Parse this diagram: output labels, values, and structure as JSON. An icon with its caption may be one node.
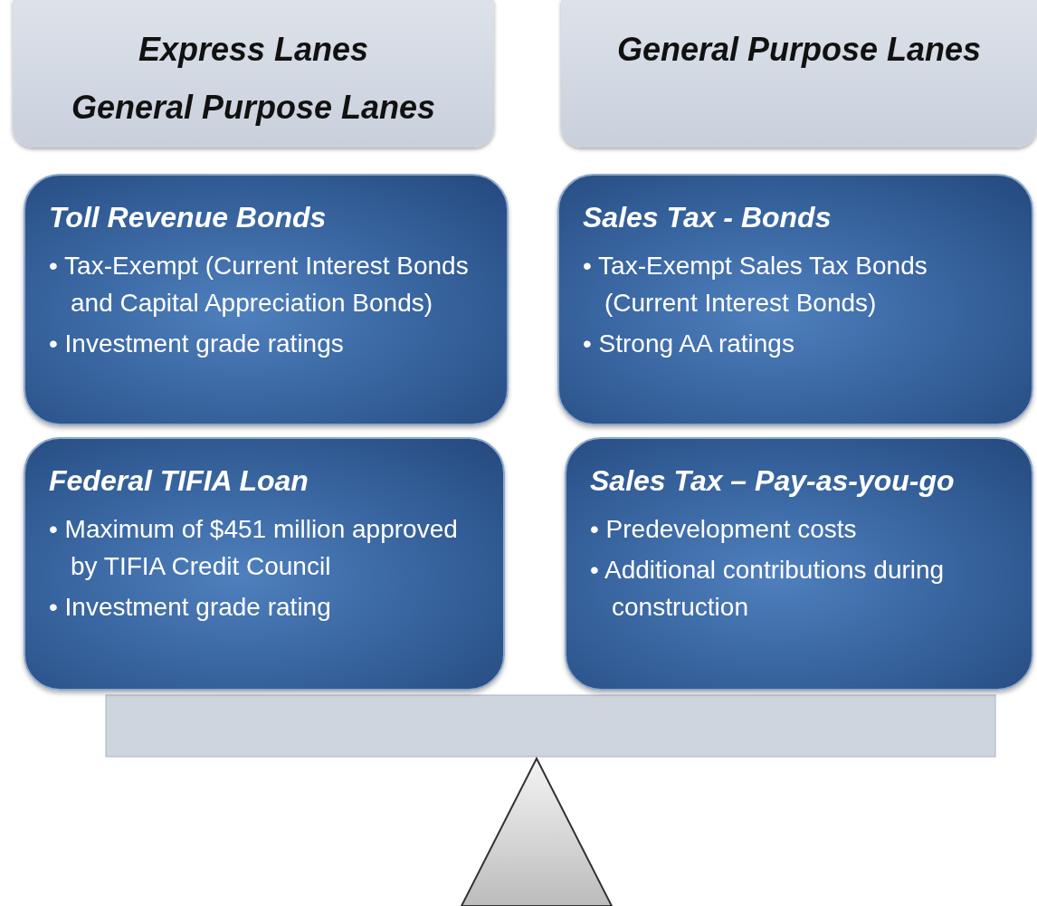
{
  "diagram": {
    "nodes": [
      {
        "text": [
          "Express Lanes",
          "General Purpose Lanes"
        ]
      },
      {
        "text": [
          "General Purpose Lanes"
        ]
      },
      {
        "text": [
          "Toll Revenue Bonds",
          "• Tax-Exempt (Current Interest Bonds and Capital Appreciation Bonds)",
          "• Investment grade ratings"
        ]
      },
      {
        "text": [
          "Sales Tax -  Bonds",
          "• Tax-Exempt Sales Tax Bonds (Current Interest Bonds)",
          "• Strong AA ratings"
        ]
      },
      {
        "text": [
          "Federal TIFIA Loan",
          "• Maximum of $451 million approved by TIFIA Credit Council",
          "• Investment grade rating"
        ]
      },
      {
        "text": [
          "Sales Tax – Pay-as-you-go",
          "• Predevelopment costs",
          "• Additional contributions during construction"
        ]
      }
    ],
    "edges": []
  }
}
